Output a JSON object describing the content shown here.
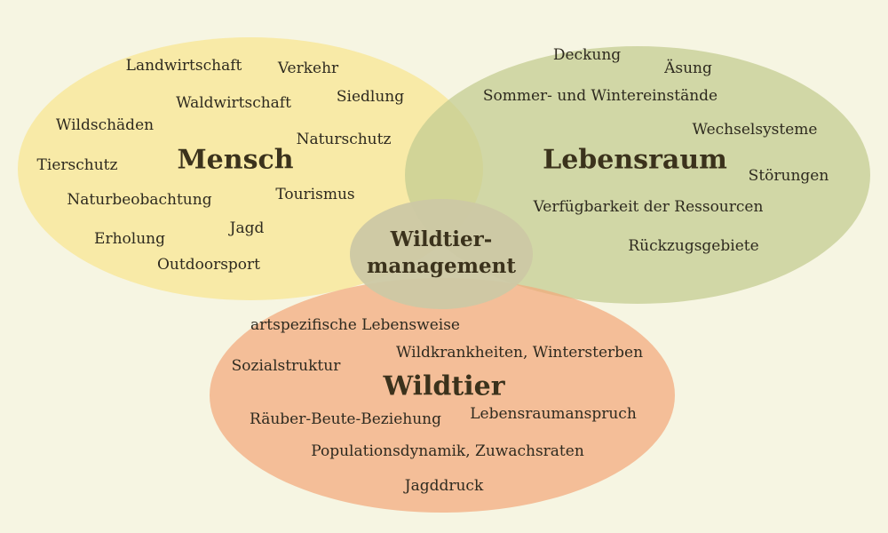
{
  "diagram": {
    "type": "venn",
    "colors": {
      "background": "#f6f5e2",
      "mensch": "#f8e89c",
      "lebensraum": "#c4cc91",
      "wildtier": "#f2a97c",
      "center": "#ccc8a4"
    },
    "center": {
      "line1": "Wildtier-",
      "line2": "management"
    },
    "mensch": {
      "title": "Mensch",
      "items": [
        "Landwirtschaft",
        "Verkehr",
        "Waldwirtschaft",
        "Siedlung",
        "Wildschäden",
        "Naturschutz",
        "Tierschutz",
        "Naturbeobachtung",
        "Tourismus",
        "Jagd",
        "Erholung",
        "Outdoorsport"
      ]
    },
    "lebensraum": {
      "title": "Lebensraum",
      "items": [
        "Deckung",
        "Äsung",
        "Sommer- und Wintereinstände",
        "Wechselsysteme",
        "Störungen",
        "Verfügbarkeit der Ressourcen",
        "Rückzugsgebiete"
      ]
    },
    "wildtier": {
      "title": "Wildtier",
      "items": [
        "artspezifische Lebensweise",
        "Wildkrankheiten, Wintersterben",
        "Sozialstruktur",
        "Räuber-Beute-Beziehung",
        "Lebensraumanspruch",
        "Populationsdynamik, Zuwachsraten",
        "Jagddruck"
      ]
    }
  }
}
